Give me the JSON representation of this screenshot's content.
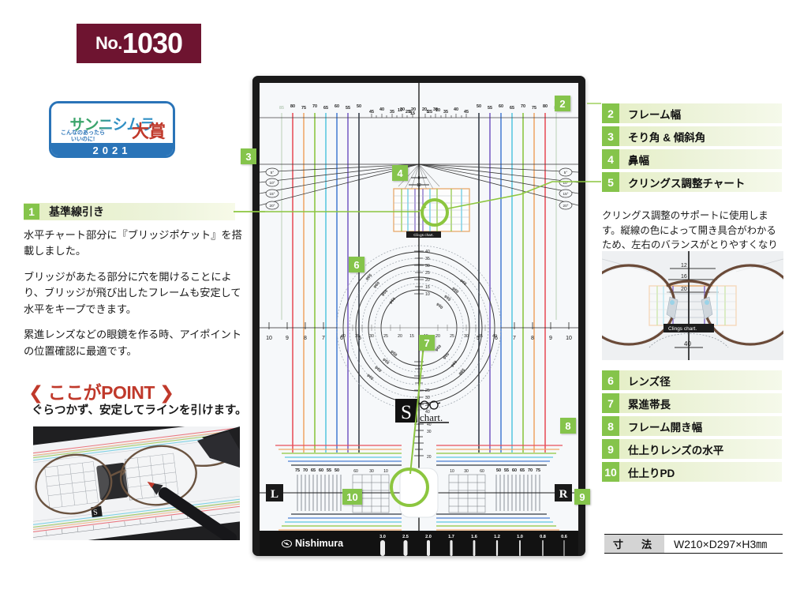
{
  "product": {
    "number_prefix": "No.",
    "number": "1030",
    "dimensions_label": "寸　法",
    "dimensions_value": "W210×D297×H3㎜"
  },
  "award": {
    "kana": "サンニシムラ",
    "sub_line1": "こんなのあったら",
    "sub_line2": "いいのに!",
    "prize": "大賞",
    "year": "2021"
  },
  "feature1": {
    "number": "1",
    "title": "基準線引き",
    "paragraphs": [
      "水平チャート部分に『ブリッジポケット』を搭載しました。",
      "ブリッジがあたる部分に穴を開けることにより、ブリッジが飛び出したフレームも安定して水平をキープできます。",
      "累進レンズなどの眼鏡を作る時、アイポイントの位置確認に最適です。"
    ],
    "point_heading": "ここがPOINT",
    "point_text": "ぐらつかず、安定してラインを引けます。"
  },
  "legend_top": [
    {
      "number": "2",
      "label": "フレーム幅"
    },
    {
      "number": "3",
      "label": "そり角 & 傾斜角"
    },
    {
      "number": "4",
      "label": "鼻幅"
    },
    {
      "number": "5",
      "label": "クリングス調整チャート"
    }
  ],
  "legend_top_desc": "クリングス調整のサポートに使用します。縦線の色によって開き具合がわかるため、左右のバランスがとりやすくなります。",
  "legend_bottom": [
    {
      "number": "6",
      "label": "レンズ径"
    },
    {
      "number": "7",
      "label": "累進帯長"
    },
    {
      "number": "8",
      "label": "フレーム開き幅"
    },
    {
      "number": "9",
      "label": "仕上りレンズの水平"
    },
    {
      "number": "10",
      "label": "仕上りPD"
    }
  ],
  "board": {
    "brand": "Nishimura",
    "chart_logo_letter": "S",
    "chart_logo_word": "chart.",
    "clings_tag": "Clings chart.",
    "left_marker": "L",
    "right_marker": "R",
    "frame_width_scale": [
      "85",
      "80",
      "75",
      "70",
      "65",
      "60",
      "55",
      "50"
    ],
    "nose_fine_scale": [
      "45",
      "40",
      "35",
      "30",
      "25",
      "20",
      "15",
      "10",
      "5"
    ],
    "nose_bridge_scale": [
      "8",
      "12",
      "16",
      "20"
    ],
    "tilt_angles": [
      "5°",
      "10°",
      "15°",
      "20°"
    ],
    "open_width_scale_left": [
      "10",
      "9",
      "8",
      "7",
      "6",
      "5"
    ],
    "open_width_scale_right": [
      "5",
      "6",
      "7",
      "8",
      "9",
      "10"
    ],
    "corridor_scale": [
      "40",
      "35",
      "30",
      "25",
      "20",
      "15",
      "10"
    ],
    "cross_ruler_scale": [
      "40",
      "35",
      "30",
      "25",
      "20",
      "15",
      "10"
    ],
    "lens_diameter_labels": [
      "φ50",
      "φ55",
      "φ60",
      "φ65"
    ],
    "pd_scale_left": [
      "75",
      "70",
      "65",
      "60",
      "55",
      "50"
    ],
    "pd_scale_right": [
      "50",
      "55",
      "60",
      "65",
      "70",
      "75"
    ],
    "pd_inner_scale": [
      "10",
      "30",
      "60"
    ],
    "thickness_scale": [
      "3.0",
      "2.5",
      "2.0",
      "1.7",
      "1.6",
      "1.2",
      "1.0",
      "0.8",
      "0.6"
    ],
    "colors": {
      "red": "#e8505b",
      "orange": "#f0a868",
      "green": "#8cc63f",
      "cyan": "#5bc8e0",
      "blue": "#4a7fd4",
      "purple": "#7a5ec4",
      "accent": "#8cc63f",
      "board_dark": "#1a1a1a"
    }
  }
}
